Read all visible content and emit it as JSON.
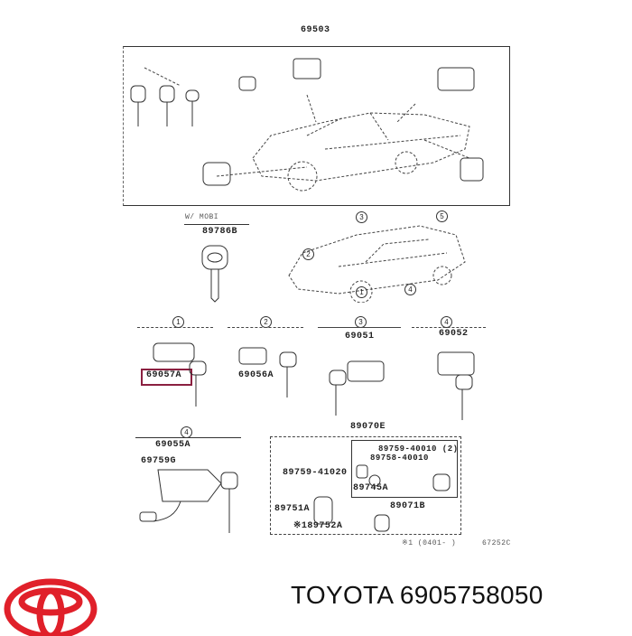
{
  "diagram": {
    "top_group": {
      "part": "69503"
    },
    "wireless_key": {
      "note": "W/ MOBI",
      "part": "89786B"
    },
    "locations": [
      "1",
      "2",
      "3",
      "4",
      "5"
    ],
    "groups": [
      {
        "loc": "1",
        "part": "69057A",
        "highlighted": true
      },
      {
        "loc": "2",
        "part": "69056A"
      },
      {
        "loc": "3",
        "part": "69051"
      },
      {
        "loc": "4",
        "part": "69052"
      },
      {
        "loc": "4",
        "part": "69055A",
        "sub": "69759G"
      }
    ],
    "transmitter": {
      "part": "89070E",
      "inner_box": {
        "p1": "89759-40010 (2)",
        "p2": "89758-40010",
        "p3": "89745A",
        "assembly": "89071B"
      },
      "p4": "89759-41020",
      "p5": "89751A",
      "p6": "※189752A",
      "footnote": "※1 (0401-     )"
    },
    "ref_code": "67252C"
  },
  "footer": {
    "brand": "TOYOTA",
    "part_number": "6905758050",
    "title": "TOYOTA 6905758050",
    "logo_color": "#e0202a"
  }
}
